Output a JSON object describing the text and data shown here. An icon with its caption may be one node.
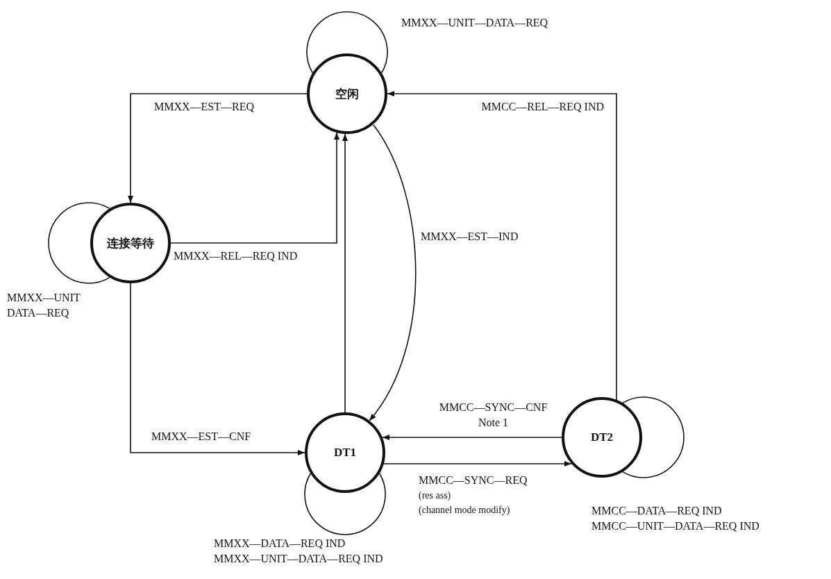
{
  "diagram": {
    "nodes": [
      {
        "text": [
          "空闲"
        ]
      },
      {
        "text": [
          "连接等待"
        ]
      },
      {
        "text": [
          "DT1"
        ]
      },
      {
        "text": [
          "DT2"
        ]
      }
    ],
    "edges": [
      {
        "from": 0,
        "to": 0,
        "arrow": "none",
        "label": "MMXX—UNIT—DATA—REQ"
      },
      {
        "from": 0,
        "to": 1,
        "arrow": "to",
        "label": "MMXX—EST—REQ"
      },
      {
        "from": 1,
        "to": 0,
        "arrow": "to",
        "label": "MMXX—REL—REQ IND"
      },
      {
        "from": 1,
        "to": 1,
        "arrow": "none",
        "label": "MMXX—UNIT DATA—REQ"
      },
      {
        "from": 1,
        "to": 2,
        "arrow": "to",
        "label": "MMXX—EST—CNF"
      },
      {
        "from": 2,
        "to": 0,
        "arrow": "to"
      },
      {
        "from": 0,
        "to": 2,
        "arrow": "to",
        "label": "MMXX—EST—IND"
      },
      {
        "from": 3,
        "to": 0,
        "arrow": "to",
        "label": "MMCC—REL—REQ IND"
      },
      {
        "from": 3,
        "to": 2,
        "arrow": "to",
        "label": "MMCC—SYNC—CNF Note 1"
      },
      {
        "from": 2,
        "to": 3,
        "arrow": "to",
        "label": "MMCC—SYNC—REQ"
      },
      {
        "from": 2,
        "to": 2,
        "arrow": "none",
        "label": "MMXX—DATA—REQ IND MMXX—UNIT—DATA—REQ IND"
      },
      {
        "from": 3,
        "to": 3,
        "arrow": "none",
        "label": "MMCC—DATA—REQ IND MMCC—UNIT—DATA—REQ IND"
      }
    ],
    "labels": [
      "(res ass)",
      "(channel mode modify)"
    ]
  }
}
